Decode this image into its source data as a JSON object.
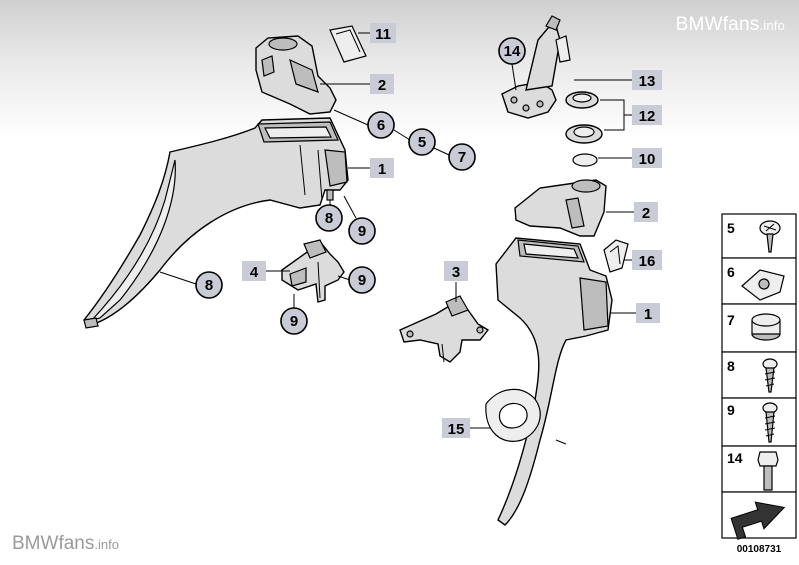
{
  "watermarks": {
    "top_main": "BMWfans",
    "top_suffix": ".info",
    "bottom_brand": "BMW",
    "bottom_main": "fans",
    "bottom_suffix": ".info"
  },
  "callouts": {
    "c1_left": "1",
    "c1_right": "1",
    "c2_left": "2",
    "c2_right": "2",
    "c3": "3",
    "c4": "4",
    "c5": "5",
    "c6": "6",
    "c7": "7",
    "c8_circle_a": "8",
    "c8_circle_b": "8",
    "c9_a": "9",
    "c9_b": "9",
    "c9_c": "9",
    "c10": "10",
    "c11": "11",
    "c12": "12",
    "c13": "13",
    "c14": "14",
    "c15": "15",
    "c16": "16"
  },
  "legend": {
    "items": [
      "5",
      "6",
      "7",
      "8",
      "9",
      "14"
    ],
    "reference": "00108731"
  }
}
